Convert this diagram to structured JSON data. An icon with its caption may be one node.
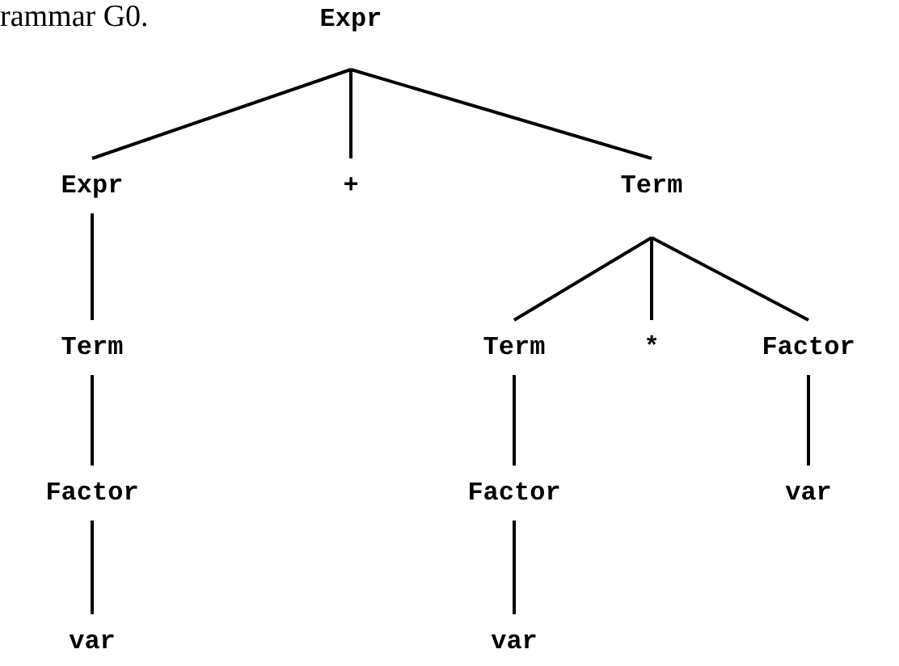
{
  "diagram": {
    "nodes": [
      {
        "text": [
          "Expr"
        ]
      },
      {
        "text": [
          "Expr"
        ]
      },
      {
        "text": [
          "+"
        ]
      },
      {
        "text": [
          "Term"
        ]
      },
      {
        "text": [
          "Term"
        ]
      },
      {
        "text": [
          "Term"
        ]
      },
      {
        "text": [
          "*"
        ]
      },
      {
        "text": [
          "Factor"
        ]
      },
      {
        "text": [
          "Factor"
        ]
      },
      {
        "text": [
          "Factor"
        ]
      },
      {
        "text": [
          "var"
        ]
      },
      {
        "text": [
          "var"
        ]
      },
      {
        "text": [
          "var"
        ]
      }
    ],
    "edges": [
      {
        "from": 0,
        "to": 1,
        "arrow": "none"
      },
      {
        "from": 0,
        "to": 2,
        "arrow": "none"
      },
      {
        "from": 0,
        "to": 3,
        "arrow": "none"
      },
      {
        "from": 1,
        "to": 4,
        "arrow": "none"
      },
      {
        "from": 3,
        "to": 5,
        "arrow": "none"
      },
      {
        "from": 3,
        "to": 6,
        "arrow": "none"
      },
      {
        "from": 3,
        "to": 7,
        "arrow": "none"
      },
      {
        "from": 4,
        "to": 8,
        "arrow": "none"
      },
      {
        "from": 5,
        "to": 9,
        "arrow": "none"
      },
      {
        "from": 7,
        "to": 10,
        "arrow": "none"
      },
      {
        "from": 8,
        "to": 11,
        "arrow": "none"
      },
      {
        "from": 9,
        "to": 12,
        "arrow": "none"
      }
    ],
    "labels": [
      "rammar G0."
    ]
  }
}
